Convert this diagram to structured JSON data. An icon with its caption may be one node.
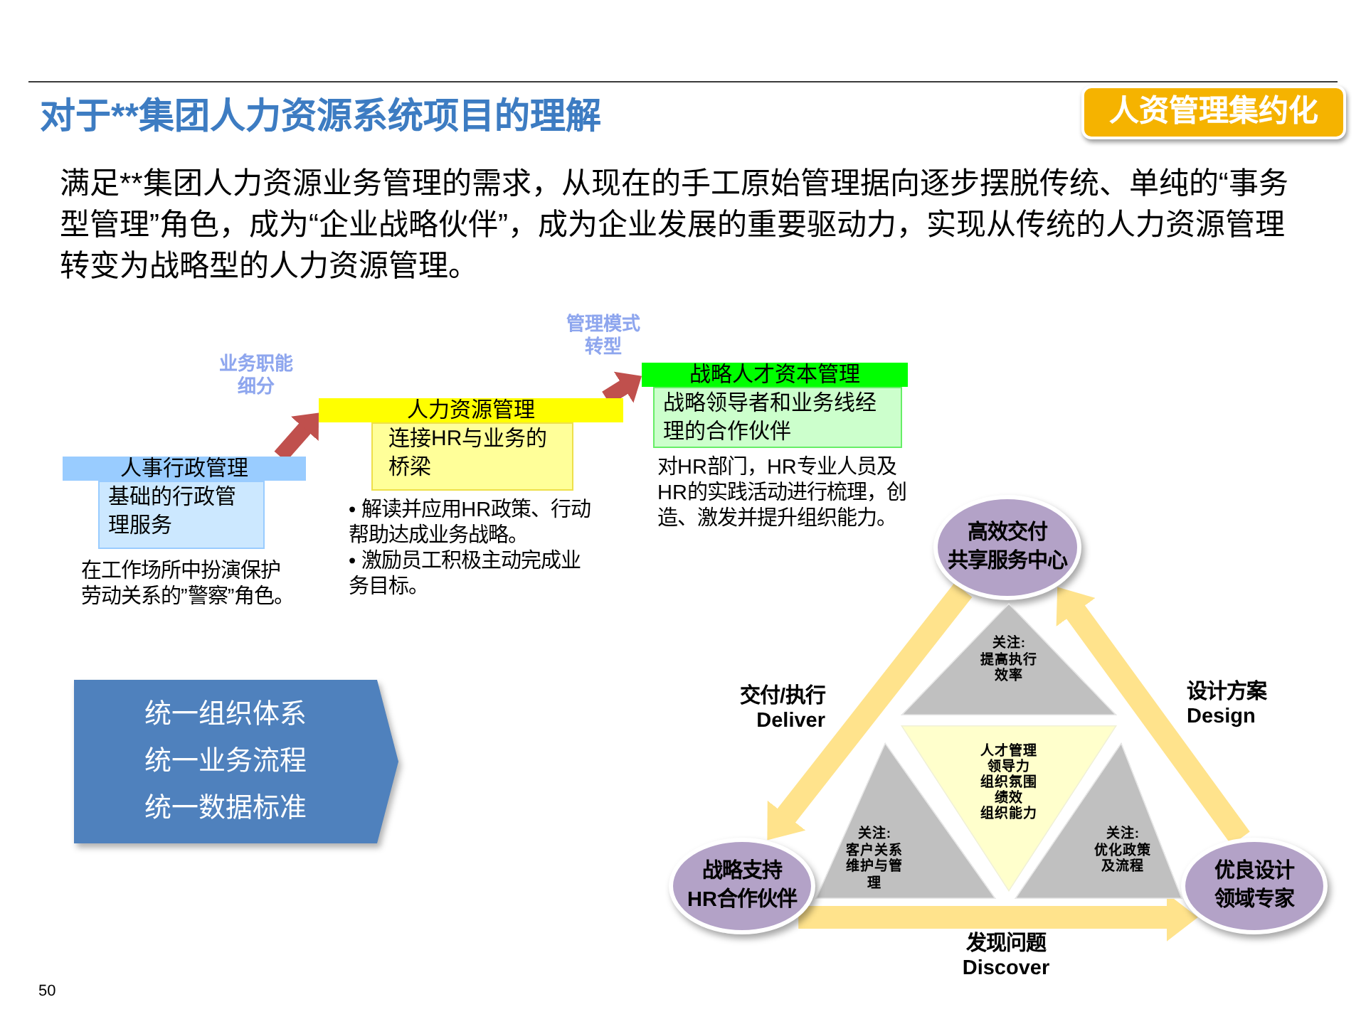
{
  "diagram": {
    "title": "对于**集团人力资源系统项目的理解",
    "nodes": [
      {
        "text": [
          "人资管理集约化"
        ]
      },
      {
        "text": [
          "人事行政管理"
        ]
      },
      {
        "text": [
          "基础的行政管理服务"
        ],
        "beside": [
          "在工作场所中扮演保护劳动关系的”警察”角色。"
        ]
      },
      {
        "text": [
          "人力资源管理"
        ]
      },
      {
        "text": [
          "连接HR与业务的桥梁"
        ],
        "beside": [
          "• 解读并应用HR政策、行动帮助达成业务战略。",
          "• 激励员工积极主动完成业务目标。"
        ]
      },
      {
        "text": [
          "战略人才资本管理"
        ]
      },
      {
        "text": [
          "战略领导者和业务线经理的合作伙伴"
        ],
        "beside": [
          "对HR部门，HR专业人员及HR的实践活动进行梳理，创造、激发并提升组织能力。"
        ]
      },
      {
        "text": [
          "统一组织体系",
          "统一业务流程",
          "统一数据标准"
        ]
      },
      {
        "text": [
          "高效交付",
          "共享服务中心"
        ]
      },
      {
        "text": [
          "关注:",
          "提高执行效率"
        ]
      },
      {
        "text": [
          "人才管理",
          "领导力",
          "组织氛围",
          "绩效",
          "组织能力"
        ]
      },
      {
        "text": [
          "关注:",
          "客户关系维护与管理"
        ]
      },
      {
        "text": [
          "关注:",
          "优化政策及流程"
        ]
      },
      {
        "text": [
          "战略支持",
          "HR合作伙伴"
        ]
      },
      {
        "text": [
          "优良设计",
          "领域专家"
        ]
      }
    ],
    "edges": [
      {
        "from": 1,
        "to": 3,
        "arrow": "to",
        "label": "业务职能细分",
        "color": "#c0504d"
      },
      {
        "from": 3,
        "to": 5,
        "arrow": "to",
        "label": "管理模式转型",
        "color": "#c0504d"
      },
      {
        "from": 8,
        "to": 13,
        "arrow": "to",
        "label": "交付/执行 Deliver"
      },
      {
        "from": 14,
        "to": 8,
        "arrow": "to",
        "label": "设计方案 Design"
      },
      {
        "from": 13,
        "to": 14,
        "arrow": "to",
        "label": "发现问题 Discover"
      }
    ],
    "labels": [
      "满足**集团人力资源业务管理的需求，从现在的手工原始管理据向逐步摆脱传统、单纯的“事务型管理”角色，成为“企业战略伙伴”，成为企业发展的重要驱动力，实现从传统的人力资源管理转变为战略型的人力资源管理。",
      "50"
    ]
  }
}
